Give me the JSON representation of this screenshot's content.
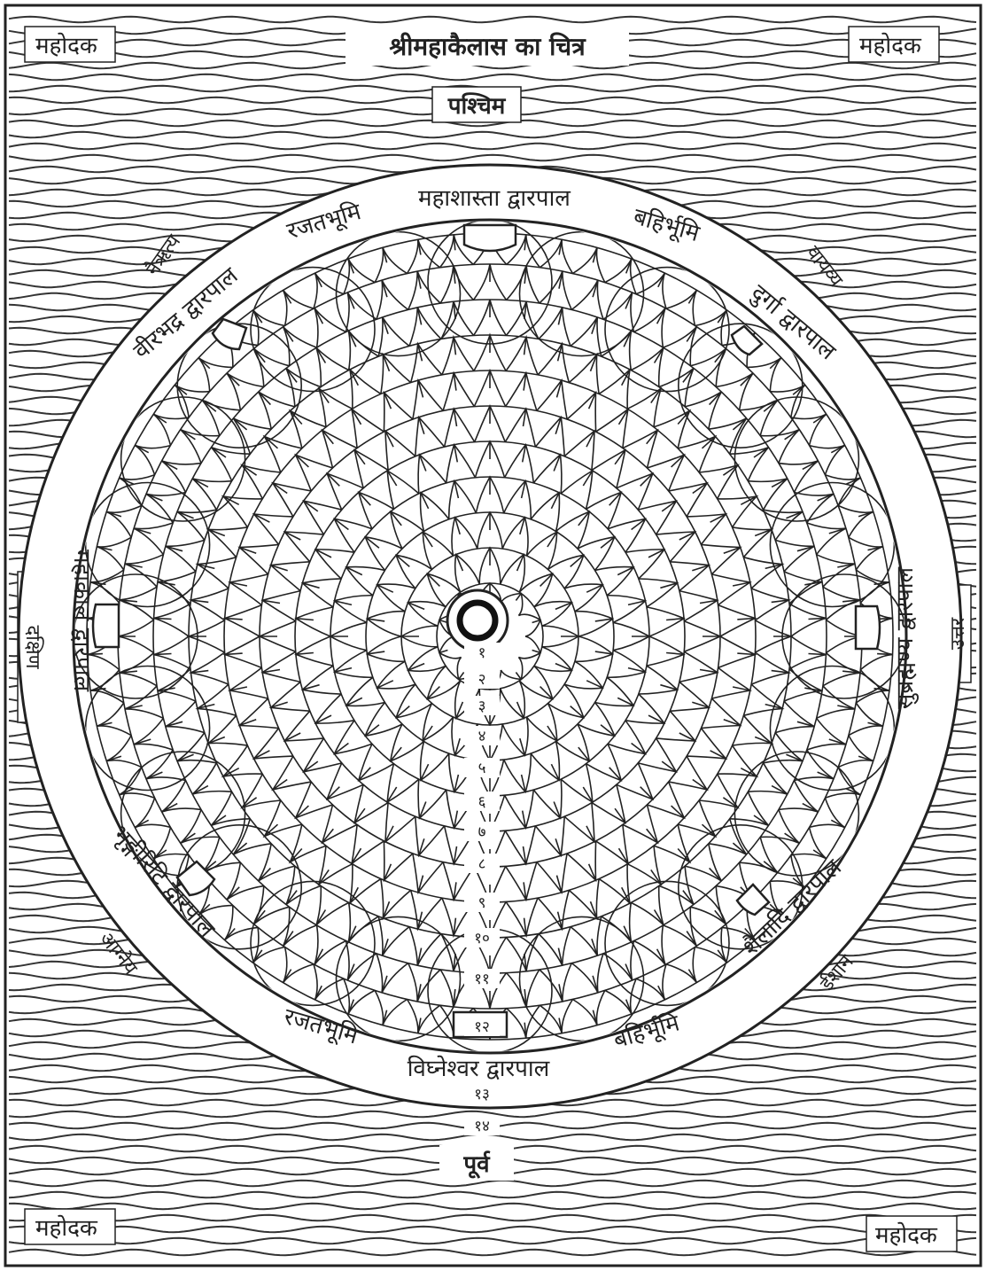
{
  "title": "श्रीमहाकैलास का चित्र",
  "ocean": {
    "top_left": "महोदक",
    "top_right": "महोदक",
    "bottom_left": "महोदक",
    "bottom_right": "महोदक"
  },
  "directions": {
    "west": "पश्चिम",
    "east": "पूर्व",
    "north": "उत्तर",
    "south": "दक्षिण",
    "nairritya": "नैऋत्य",
    "vayavya": "वायव्य",
    "agneya": "आग्नेय",
    "ishan": "ईशान"
  },
  "ring_labels": {
    "top_center": "महाशास्ता द्वारपाल",
    "top_left_land": "रजतभूमि",
    "top_right_land": "बहिर्भूमि",
    "upper_left_gate": "वीरभद्र द्वारपाल",
    "upper_right_gate": "दुर्गा द्वारपाल",
    "left_gate": "महाकाल द्वारपाल",
    "right_gate": "सुब्रह्मण्य द्वारपाल",
    "lower_left_gate": "भृङ्गीरिटि द्वारपाल",
    "lower_right_gate": "शैलादि द्वारपाल",
    "bottom_left_land": "रजतभूमि",
    "bottom_right_land": "बहिर्भूमि",
    "bottom_center": "विघ्नेश्वर द्वारपाल"
  },
  "numbers": [
    "१",
    "२",
    "३",
    "४",
    "५",
    "६",
    "७",
    "८",
    "९",
    "१०",
    "११",
    "१२",
    "१३",
    "१४"
  ],
  "colors": {
    "ink": "#222222",
    "paper": "#ffffff"
  }
}
